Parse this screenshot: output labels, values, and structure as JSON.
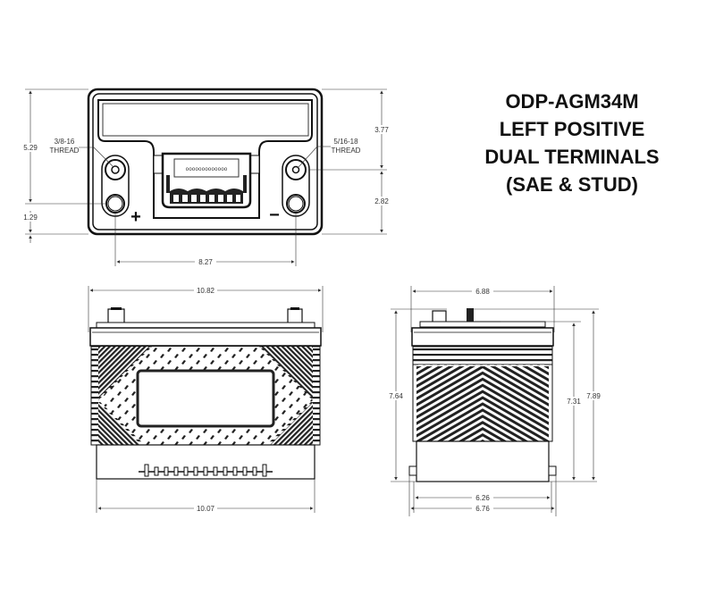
{
  "title": {
    "model": "ODP-AGM34M",
    "line2": "LEFT POSITIVE",
    "line3": "DUAL TERMINALS",
    "line4": "(SAE & STUD)"
  },
  "top_view": {
    "left_terminal_callout": [
      "3/8-16",
      "THREAD"
    ],
    "right_terminal_callout": [
      "5/16-18",
      "THREAD"
    ],
    "positive_symbol": "+",
    "negative_symbol": "−",
    "dims": {
      "left_upper_height": "5.29",
      "left_lower_height": "1.29",
      "right_upper_height": "3.77",
      "right_lower_height": "2.82",
      "terminal_spacing": "8.27"
    }
  },
  "front_view": {
    "dims": {
      "top_width": "10.82",
      "bottom_width": "10.07"
    }
  },
  "side_view": {
    "dims": {
      "top_width": "6.88",
      "left_height": "7.64",
      "inner_height": "7.31",
      "overall_height": "7.89",
      "base_inner_width": "6.26",
      "base_outer_width": "6.76"
    }
  }
}
